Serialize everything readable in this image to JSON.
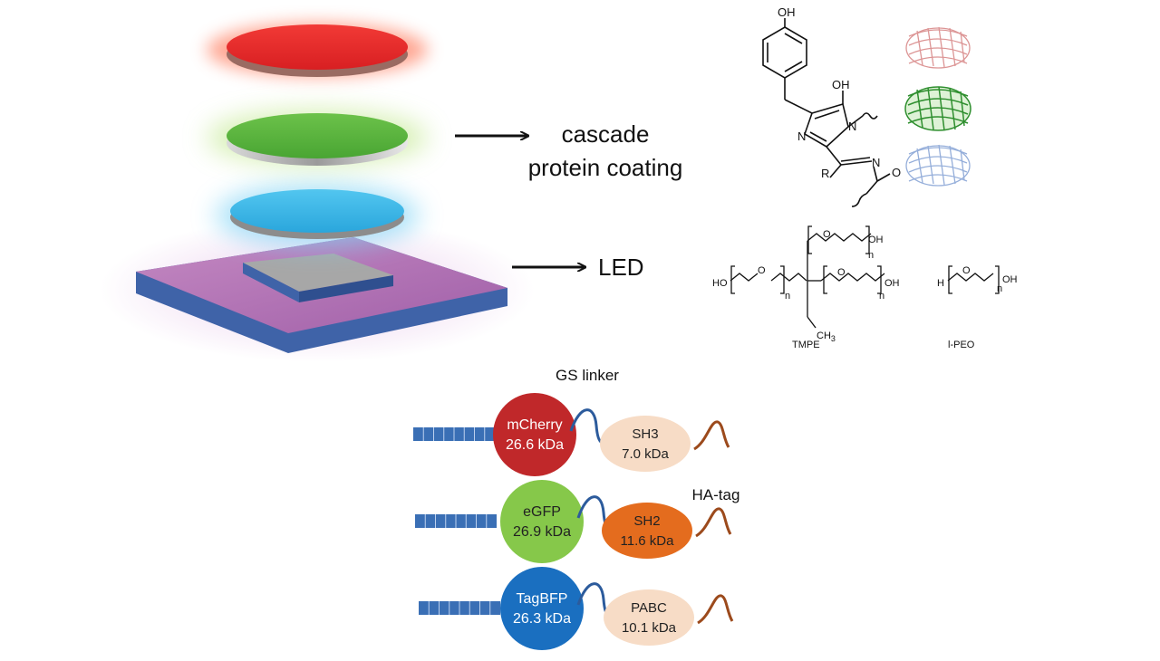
{
  "labels": {
    "cascade_line1": "cascade",
    "cascade_line2": "protein coating",
    "led": "LED",
    "gs_linker": "GS linker",
    "ha_tag": "HA-tag"
  },
  "chemistry": {
    "chromophore": {
      "oh_top": "OH",
      "oh_ring": "OH",
      "n1": "N",
      "n2": "N",
      "n3": "N",
      "r": "R",
      "o": "O"
    },
    "tmpe": {
      "name": "TMPE",
      "ho": "HO",
      "oh_top": "OH",
      "oh_right": "OH",
      "o1": "O",
      "o2": "O",
      "o3": "O",
      "n1": "n",
      "n2": "n",
      "n3": "n",
      "ch3": "CH",
      "ch3_sub": "3"
    },
    "lpeo": {
      "name": "l-PEO",
      "h": "H",
      "o": "O",
      "n": "n",
      "oh": "OH"
    }
  },
  "constructs": [
    {
      "fp_name": "mCherry",
      "fp_mass": "26.6 kDa",
      "fp_color": "#c0282a",
      "fp_text": "#ffffff",
      "domain_name": "SH3",
      "domain_mass": "7.0 kDa",
      "domain_color": "#f7dcc6",
      "domain_text": "#222222"
    },
    {
      "fp_name": "eGFP",
      "fp_mass": "26.9 kDa",
      "fp_color": "#86c84a",
      "fp_text": "#222222",
      "domain_name": "SH2",
      "domain_mass": "11.6 kDa",
      "domain_color": "#e46c1e",
      "domain_text": "#222222"
    },
    {
      "fp_name": "TagBFP",
      "fp_mass": "26.3 kDa",
      "fp_color": "#1a6fc0",
      "fp_text": "#ffffff",
      "domain_name": "PABC",
      "domain_mass": "10.1 kDa",
      "domain_color": "#f7dcc6",
      "domain_text": "#222222"
    }
  ],
  "colors": {
    "red_disc": "#e8282a",
    "green_disc": "#5ab53e",
    "blue_disc": "#39b6e8",
    "led_base": "#b46fb3",
    "led_side": "#3f63a8",
    "chip": "#a9a9a9",
    "linker": "#2c5b9c",
    "tag": "#9c4a1c",
    "tail_bar": "#3a6fb5"
  }
}
